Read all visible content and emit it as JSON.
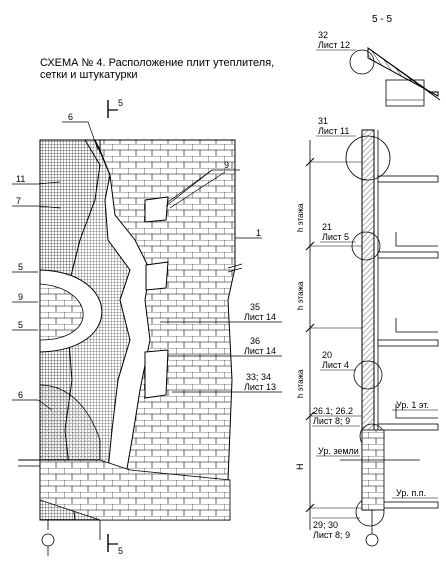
{
  "title": {
    "line1": "СХЕМА № 4. Расположение плит утеплителя,",
    "line2": "сетки и штукатурки"
  },
  "section_cut_label": "5",
  "left_callouts": [
    "6",
    "11",
    "7",
    "5",
    "9",
    "5",
    "6"
  ],
  "right_callouts": {
    "c9": "9",
    "c1": "1",
    "c35": "35",
    "c35_sheet": "Лист 14",
    "c36": "36",
    "c36_sheet": "Лист 14",
    "c33": "33; 34",
    "c33_sheet": "Лист 13"
  },
  "section_title": "5 - 5",
  "section_refs": [
    {
      "num": "32",
      "sheet": "Лист 12"
    },
    {
      "num": "31",
      "sheet": "Лист 11"
    },
    {
      "num": "21",
      "sheet": "Лист 5"
    },
    {
      "num": "20",
      "sheet": "Лист 4"
    },
    {
      "num": "26.1; 26.2",
      "sheet": "Лист 8; 9"
    },
    {
      "num": "29; 30",
      "sheet": "Лист 8; 9"
    }
  ],
  "floor_labels": [
    "h этажа",
    "h этажа",
    "h этажа"
  ],
  "h_label": "H",
  "levels": {
    "floor1": "Ур. 1 эт.",
    "ground": "Ур. земли",
    "floor_pp": "Ур. п.п."
  },
  "colors": {
    "line": "#000000",
    "mesh": "#222222",
    "render_dots": "#555555"
  }
}
